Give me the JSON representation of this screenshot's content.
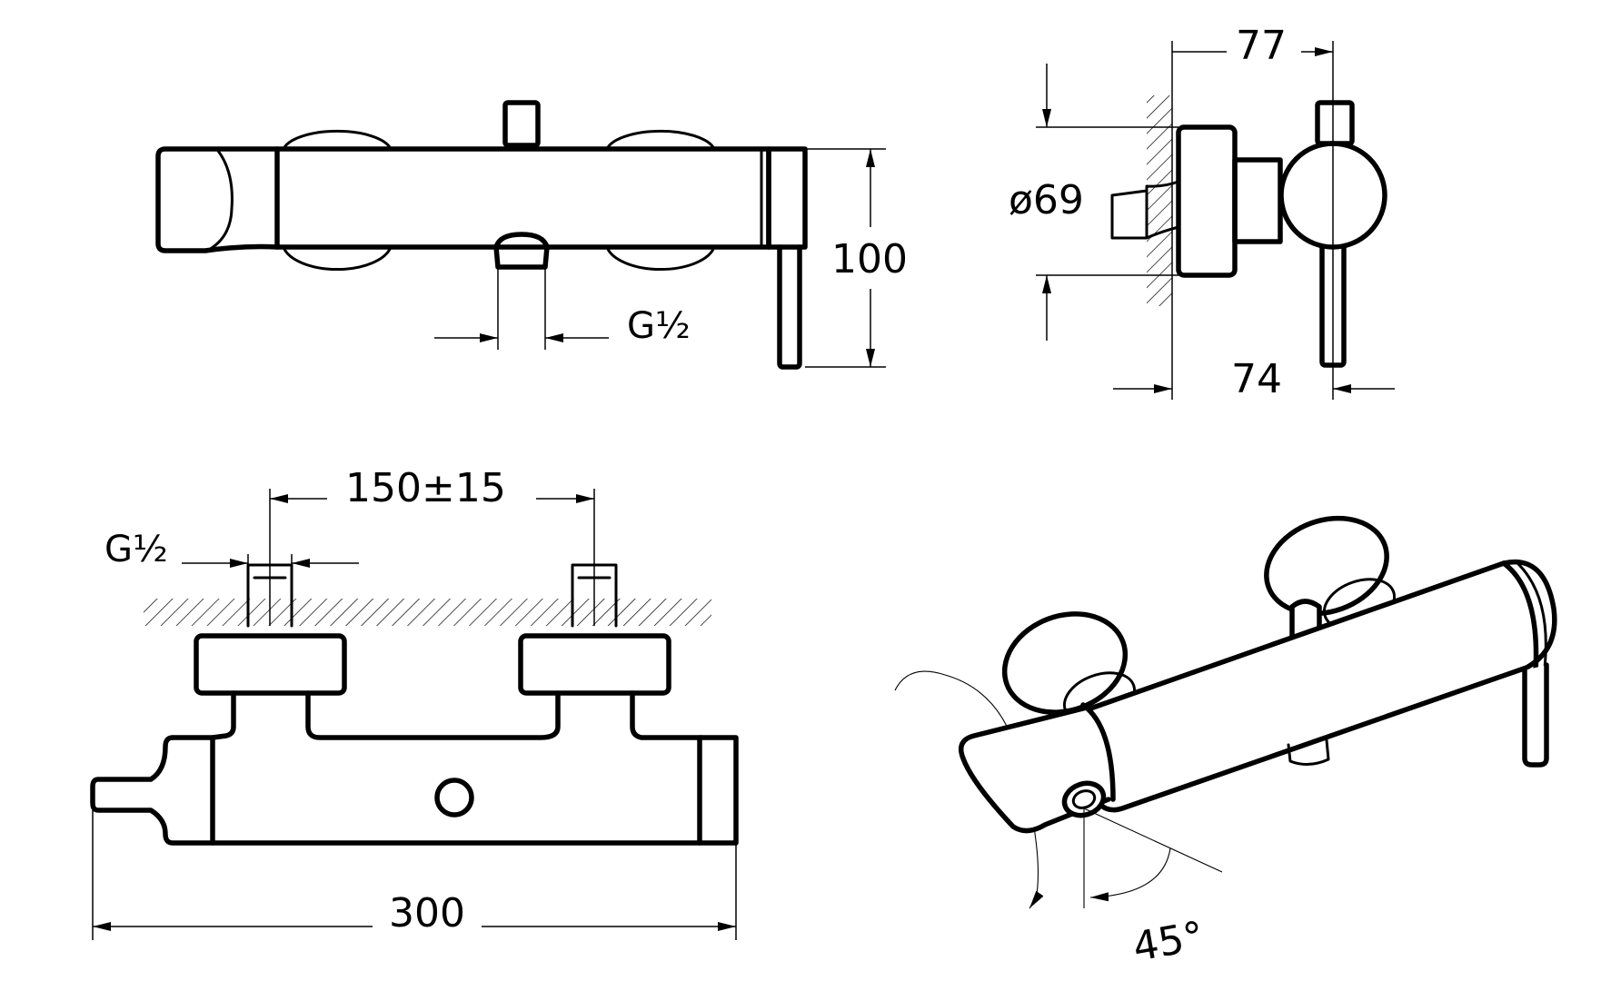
{
  "drawing": {
    "colors": {
      "line": "#000000",
      "background": "#ffffff"
    },
    "dimensions": {
      "height": "100",
      "thread_front": "G½",
      "depth_top": "77",
      "diameter": "ø69",
      "depth_bottom": "74",
      "inlet_spacing": "150±15",
      "thread_top": "G½",
      "overall_length": "300",
      "rotation_angle": "45°"
    }
  }
}
